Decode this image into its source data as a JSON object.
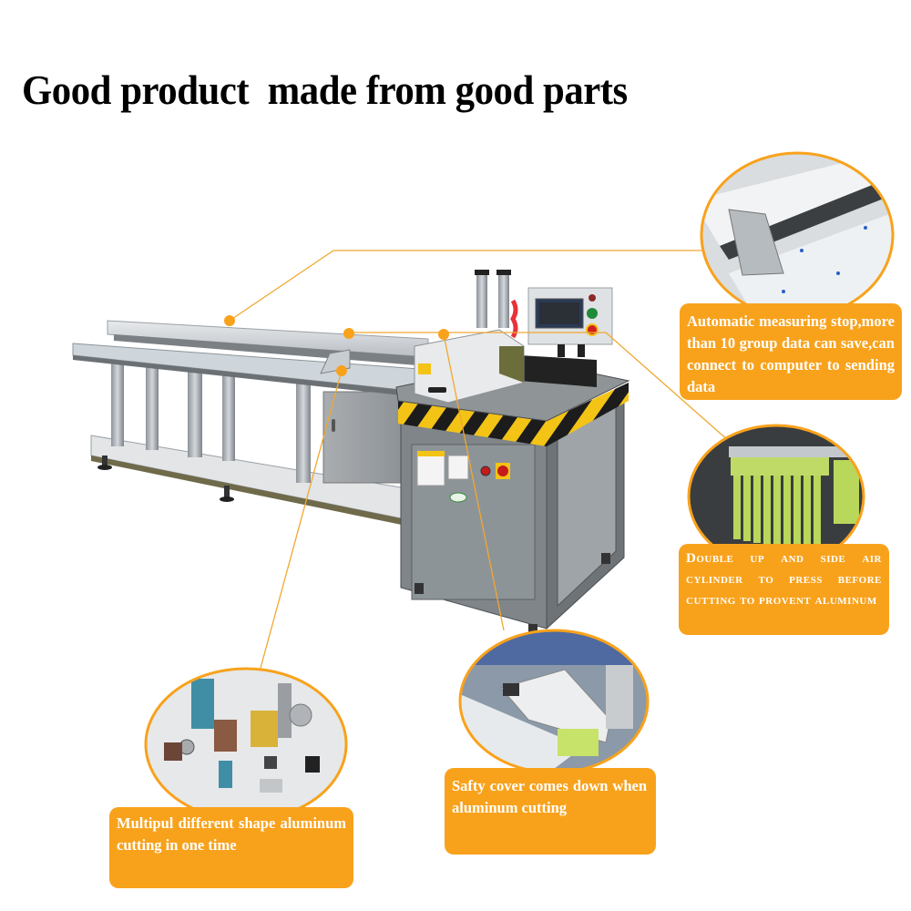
{
  "headline": "Good product  made from good parts",
  "colors": {
    "accent_orange": "#f8a21c",
    "leader_line": "#f0a830",
    "callout_text": "#ffffff",
    "headline_text": "#000000",
    "background": "#ffffff"
  },
  "machine": {
    "description": "aluminum profile cutting machine with long feeding table, control panel, pneumatic cylinders and hazard-striped base",
    "control_panel": {
      "buttons": [
        "red-indicator",
        "green-start",
        "red-emergency-stop"
      ],
      "screen": "touch-screen"
    }
  },
  "callouts": [
    {
      "id": "measuring-stop",
      "text": "Automatic measuring stop,more than 10 group data can save,can connect to computer to sending data",
      "detail_image": "measuring-stop-closeup"
    },
    {
      "id": "air-cylinder",
      "text": "Double up and side air cylinder to press before cutting to provent aluminum",
      "detail_image": "pressing-cylinder-closeup"
    },
    {
      "id": "safety-cover",
      "text": "Safty cover comes down when aluminum cutting",
      "detail_image": "safety-cover-closeup"
    },
    {
      "id": "profiles",
      "text": "Multipul different shape aluminum cutting in one time",
      "detail_image": "aluminum-profiles-closeup"
    }
  ]
}
